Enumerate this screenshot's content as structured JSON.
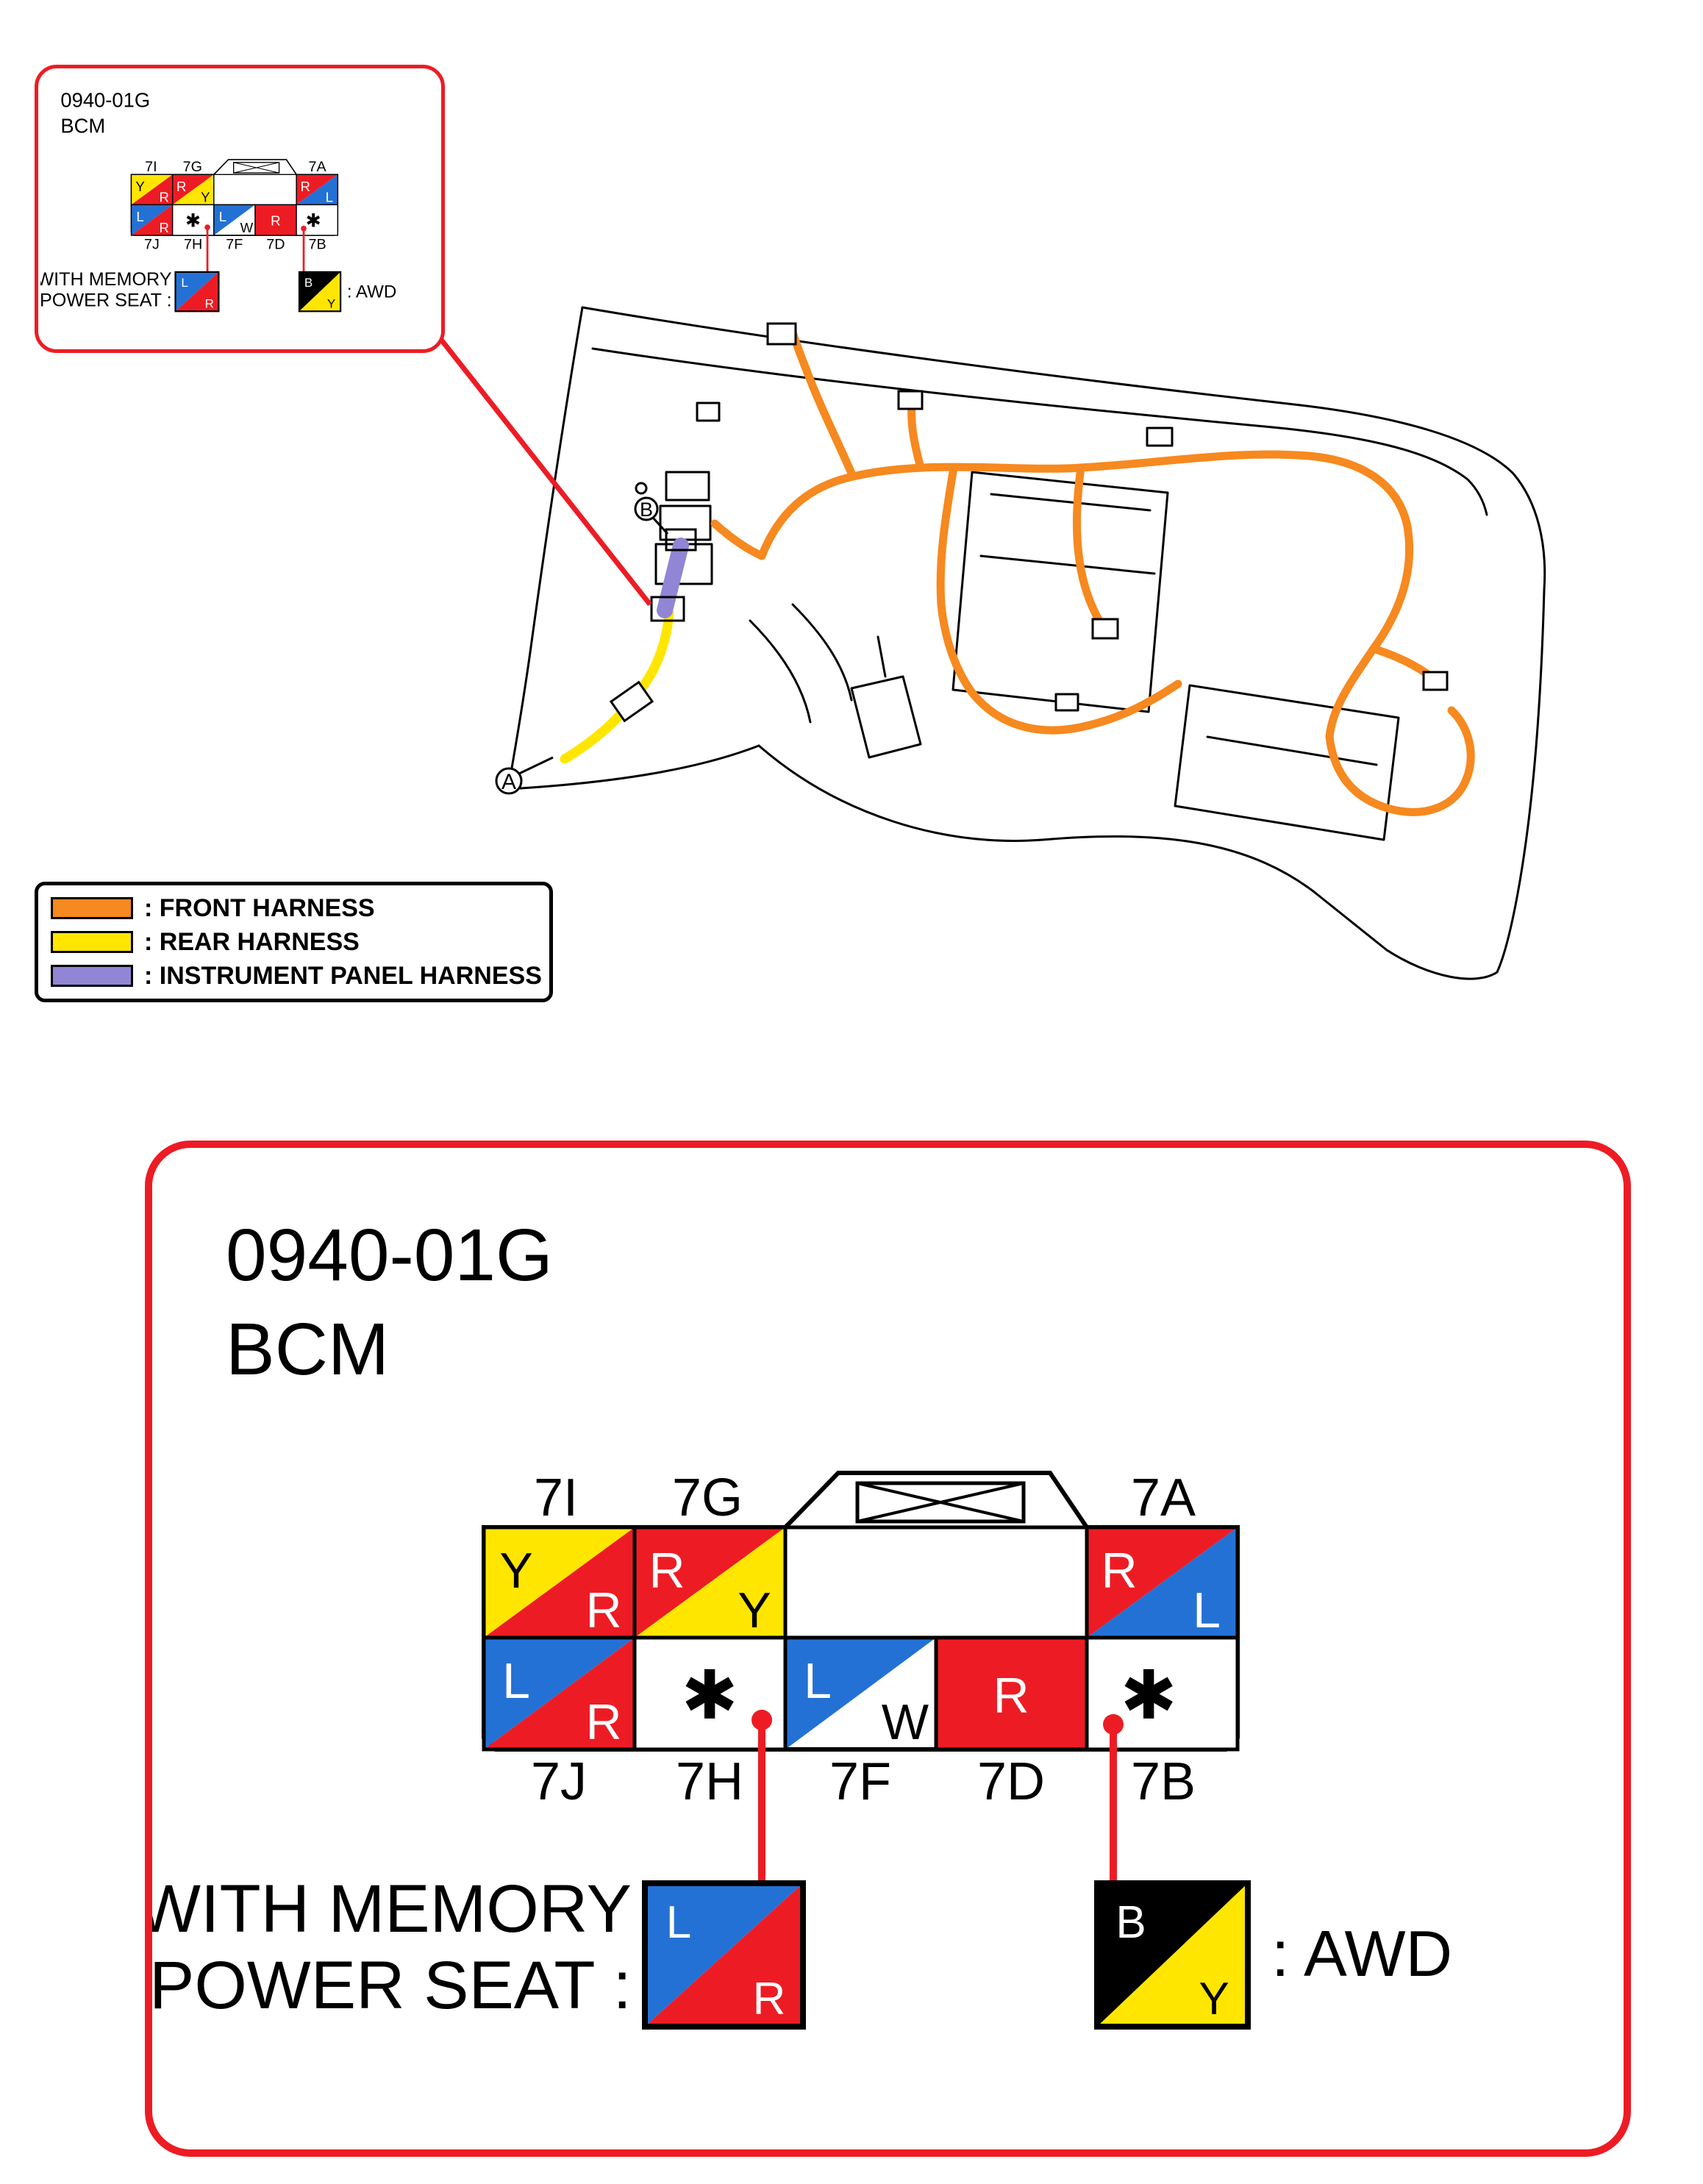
{
  "colors": {
    "accent_red": "#ed1c24",
    "yellow": "#ffe600",
    "blue": "#2471d5",
    "orange": "#f6891f",
    "purple": "#9186d5",
    "black": "#000000",
    "white": "#ffffff"
  },
  "panel": {
    "code": "0940-01G",
    "name": "BCM",
    "connector": {
      "top_labels": [
        "7I",
        "7G",
        "7A"
      ],
      "bottom_labels": [
        "7J",
        "7H",
        "7F",
        "7D",
        "7B"
      ],
      "cells": {
        "c7i": {
          "top_left": "Y",
          "bottom_right": "R"
        },
        "c7g": {
          "top_left": "R",
          "bottom_right": "Y"
        },
        "c7a": {
          "top_left": "R",
          "bottom_right": "L"
        },
        "c7j": {
          "top_left": "L",
          "bottom_right": "R"
        },
        "c7h": {
          "mark": "✱"
        },
        "c7f": {
          "top_left": "L",
          "bottom_right": "W"
        },
        "c7d": {
          "center": "R"
        },
        "c7b": {
          "mark": "✱"
        }
      }
    },
    "memory_seat_note": {
      "line1": "WITH MEMORY",
      "line2": "POWER SEAT :",
      "cell": {
        "top_left": "L",
        "bottom_right": "R"
      }
    },
    "awd_note": {
      "cell": {
        "top_left": "B",
        "bottom_right": "Y"
      },
      "label": ": AWD"
    }
  },
  "legend": {
    "items": [
      {
        "label": ": FRONT HARNESS",
        "color": "#f6891f"
      },
      {
        "label": ": REAR HARNESS",
        "color": "#ffe600"
      },
      {
        "label": ": INSTRUMENT PANEL HARNESS",
        "color": "#9186d5"
      }
    ]
  },
  "diagram_markers": {
    "a": "A",
    "b": "B"
  }
}
